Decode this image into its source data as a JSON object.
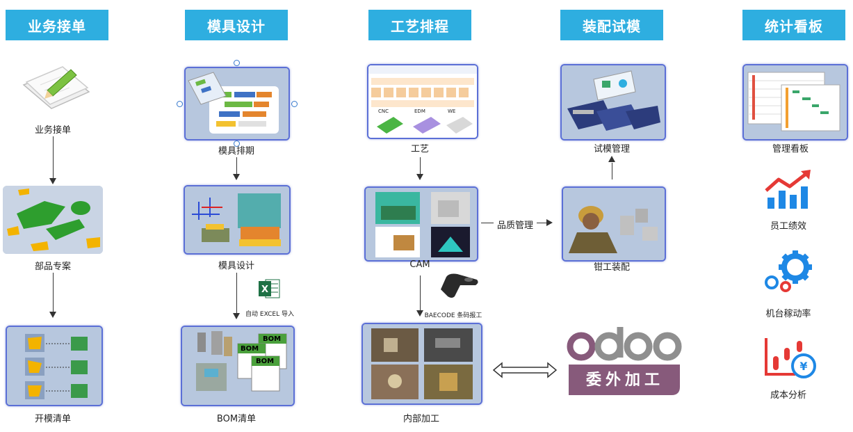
{
  "headers": [
    "业务接单",
    "模具设计",
    "工艺排程",
    "装配试模",
    "统计看板"
  ],
  "nodes": {
    "order_receive": "业务接单",
    "parts_case": "部品专案",
    "mold_open_list": "开模清单",
    "mold_schedule": "模具排期",
    "mold_design": "模具设计",
    "excel_import": "自动 EXCEL 导入",
    "bom_list": "BOM清单",
    "process": "工艺",
    "cam": "CAM",
    "barcode": "BAECODE 条码报工",
    "internal_process": "内部加工",
    "trial_mgmt": "试模管理",
    "fitter_assembly": "钳工装配",
    "quality_mgmt": "品质管理",
    "dashboard_mgmt": "管理看板",
    "employee_perf": "员工绩效",
    "machine_rate": "机台稼动率",
    "cost_analysis": "成本分析",
    "odoo_logo": "odoo",
    "outsource": "委外加工"
  },
  "bom_tags": [
    "BOM",
    "BOM",
    "BOM"
  ],
  "process_labels": [
    "CNC",
    "EDM",
    "WE"
  ],
  "colors": {
    "header": "#2eaee0",
    "card_border": "#5b6fd6",
    "odoo_purple": "#875a7b",
    "odoo_gray": "#8f8f8f"
  }
}
